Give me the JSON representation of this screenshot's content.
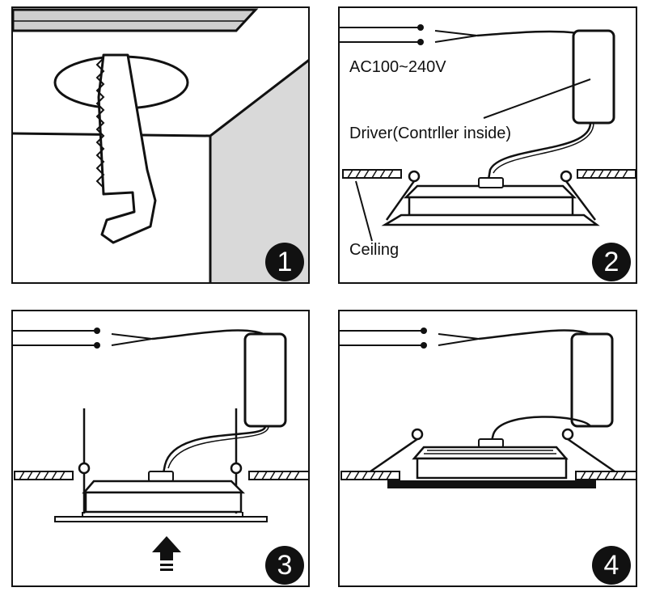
{
  "panels": [
    {
      "step": "1"
    },
    {
      "step": "2",
      "voltage_label": "AC100~240V",
      "driver_label": "Driver(Contrller inside)",
      "ceiling_label": "Ceiling"
    },
    {
      "step": "3"
    },
    {
      "step": "4"
    }
  ],
  "colors": {
    "ink": "#111111",
    "wall_shade": "#d9d9d9",
    "background": "#ffffff"
  },
  "icons": [
    "hand-saw-icon",
    "up-arrow-icon"
  ]
}
